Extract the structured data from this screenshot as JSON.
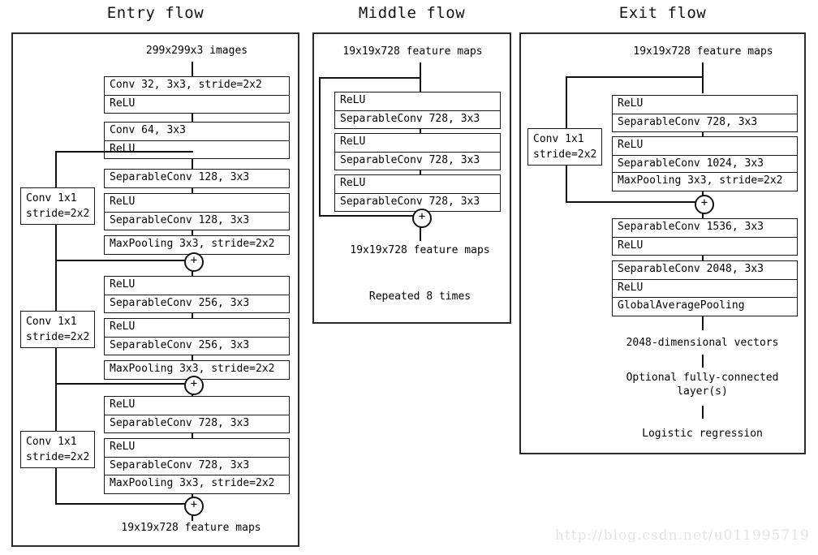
{
  "figure": {
    "kind": "neural-network-architecture-diagram",
    "watermark": "http://blog.csdn.net/u011995719",
    "colors": {
      "ink": "#000000",
      "stroke": "#1a1a1a",
      "panel": "#2a2a2a",
      "background": "#ffffff",
      "watermark": "#e3e3e3"
    }
  },
  "columns": {
    "entry": {
      "title": "Entry flow",
      "input_label": "299x299x3 images",
      "output_label": "19x19x728 feature maps",
      "blocks": [
        {
          "rows": [
            "Conv 32, 3x3, stride=2x2",
            "ReLU"
          ]
        },
        {
          "rows": [
            "Conv 64, 3x3"
          ]
        },
        {
          "rows": [
            "ReLU"
          ]
        },
        {
          "rows": [
            "SeparableConv 128, 3x3"
          ]
        },
        {
          "rows": [
            "ReLU",
            "SeparableConv 128, 3x3"
          ]
        },
        {
          "rows": [
            "MaxPooling 3x3, stride=2x2"
          ]
        },
        {
          "rows": [
            "ReLU",
            "SeparableConv 256, 3x3"
          ]
        },
        {
          "rows": [
            "ReLU",
            "SeparableConv 256, 3x3"
          ]
        },
        {
          "rows": [
            "MaxPooling 3x3, stride=2x2"
          ]
        },
        {
          "rows": [
            "ReLU",
            "SeparableConv 728, 3x3"
          ]
        },
        {
          "rows": [
            "ReLU",
            "SeparableConv 728, 3x3"
          ]
        },
        {
          "rows": [
            "MaxPooling 3x3, stride=2x2"
          ]
        }
      ],
      "residuals": [
        {
          "line1": "Conv 1x1",
          "line2": "stride=2x2"
        },
        {
          "line1": "Conv 1x1",
          "line2": "stride=2x2"
        },
        {
          "line1": "Conv 1x1",
          "line2": "stride=2x2"
        }
      ],
      "merge_symbol": "+",
      "merge_count": 3
    },
    "middle": {
      "title": "Middle flow",
      "input_label": "19x19x728 feature maps",
      "output_label": "19x19x728 feature maps",
      "repeat_label": "Repeated 8 times",
      "blocks": [
        {
          "rows": [
            "ReLU",
            "SeparableConv 728, 3x3"
          ]
        },
        {
          "rows": [
            "ReLU",
            "SeparableConv 728, 3x3"
          ]
        },
        {
          "rows": [
            "ReLU",
            "SeparableConv 728, 3x3"
          ]
        }
      ],
      "merge_symbol": "+",
      "merge_count": 1
    },
    "exit": {
      "title": "Exit flow",
      "input_label": "19x19x728 feature maps",
      "blocks": [
        {
          "rows": [
            "ReLU",
            "SeparableConv 728, 3x3"
          ]
        },
        {
          "rows": [
            "ReLU",
            "SeparableConv 1024, 3x3"
          ]
        },
        {
          "rows": [
            "MaxPooling 3x3, stride=2x2"
          ]
        },
        {
          "rows": [
            "SeparableConv 1536, 3x3",
            "ReLU"
          ]
        },
        {
          "rows": [
            "SeparableConv 2048, 3x3",
            "ReLU"
          ]
        },
        {
          "rows": [
            "GlobalAveragePooling"
          ]
        }
      ],
      "residuals": [
        {
          "line1": "Conv 1x1",
          "line2": "stride=2x2"
        }
      ],
      "merge_symbol": "+",
      "merge_count": 1,
      "tail_labels": [
        "2048-dimensional vectors",
        "Optional fully-connected\nlayer(s)",
        "Logistic regression"
      ]
    }
  }
}
